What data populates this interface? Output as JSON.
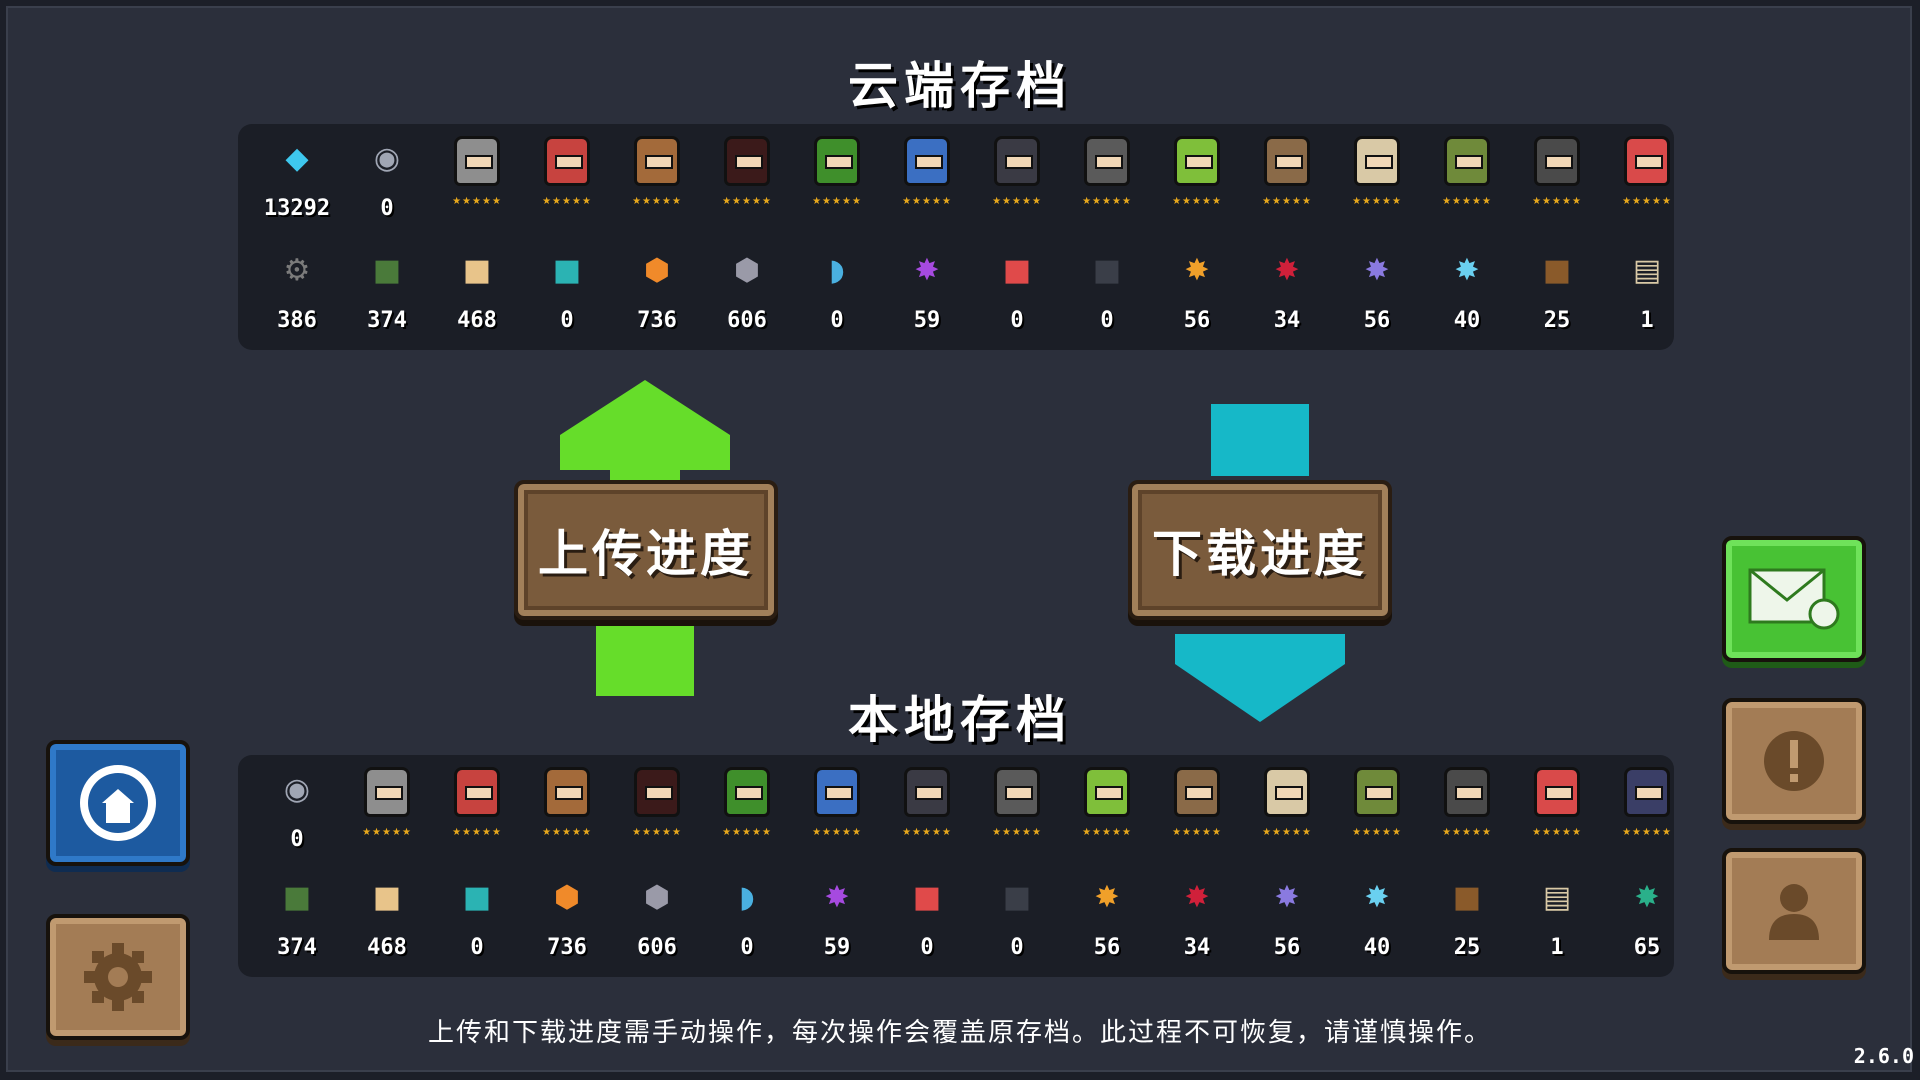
{
  "cloud": {
    "title": "云端存档",
    "currency": [
      {
        "name": "gems",
        "icon": "gem-pile-icon",
        "value": "13292"
      },
      {
        "name": "fish",
        "icon": "fish-coin-icon",
        "value": "0"
      }
    ],
    "heroes": [
      {
        "name": "knight",
        "color": "#8e8e8e"
      },
      {
        "name": "rogue",
        "color": "#c7433f"
      },
      {
        "name": "wizard",
        "color": "#a36a3a"
      },
      {
        "name": "assassin",
        "color": "#3b1a1a"
      },
      {
        "name": "alchemist",
        "color": "#3f8f2b"
      },
      {
        "name": "engineer",
        "color": "#3b6fc2"
      },
      {
        "name": "vampire",
        "color": "#3a3a44"
      },
      {
        "name": "paladin",
        "color": "#5a5a5a"
      },
      {
        "name": "elf",
        "color": "#7fbf3a"
      },
      {
        "name": "werewolf",
        "color": "#8a6a48"
      },
      {
        "name": "priest",
        "color": "#d9c9a6"
      },
      {
        "name": "druid",
        "color": "#6f8a3a"
      },
      {
        "name": "robot",
        "color": "#4a4a4a"
      },
      {
        "name": "berserker",
        "color": "#d94a4a"
      }
    ],
    "stars": "★★★★★",
    "materials": [
      {
        "icon": "gear-part-icon",
        "color": "#7b7b7b",
        "value": "386"
      },
      {
        "icon": "battery-icon",
        "color": "#4a7a3a",
        "value": "374"
      },
      {
        "icon": "wood-plank-icon",
        "color": "#e8c48a",
        "value": "468"
      },
      {
        "icon": "circuit-box-icon",
        "color": "#2bb3b3",
        "value": "0"
      },
      {
        "icon": "copper-ore-icon",
        "color": "#f08a2a",
        "value": "736"
      },
      {
        "icon": "iron-ore-icon",
        "color": "#9a9aa8",
        "value": "606"
      },
      {
        "icon": "blue-fish-icon",
        "color": "#4ab0e0",
        "value": "0"
      },
      {
        "icon": "purple-crystal-icon",
        "color": "#a64ae0",
        "value": "59"
      },
      {
        "icon": "chip-icon",
        "color": "#e04a4a",
        "value": "0"
      },
      {
        "icon": "stone-tablet-icon",
        "color": "#3a3e48",
        "value": "0"
      },
      {
        "icon": "orange-crystal-icon",
        "color": "#f0a02a",
        "value": "56"
      },
      {
        "icon": "red-crystal-icon",
        "color": "#d0203a",
        "value": "34"
      },
      {
        "icon": "violet-crystal-icon",
        "color": "#8a7ae0",
        "value": "56"
      },
      {
        "icon": "ice-crystal-icon",
        "color": "#6ad0f0",
        "value": "40"
      },
      {
        "icon": "hammer-icon",
        "color": "#8a5a2a",
        "value": "25"
      },
      {
        "icon": "scroll-icon",
        "color": "#d9c9a6",
        "value": "1"
      }
    ]
  },
  "local": {
    "title": "本地存档",
    "currency": [
      {
        "name": "fish",
        "icon": "fish-coin-icon",
        "value": "0"
      }
    ],
    "heroes": [
      {
        "name": "knight",
        "color": "#8e8e8e"
      },
      {
        "name": "rogue",
        "color": "#c7433f"
      },
      {
        "name": "wizard",
        "color": "#a36a3a"
      },
      {
        "name": "assassin",
        "color": "#3b1a1a"
      },
      {
        "name": "alchemist",
        "color": "#3f8f2b"
      },
      {
        "name": "engineer",
        "color": "#3b6fc2"
      },
      {
        "name": "vampire",
        "color": "#3a3a44"
      },
      {
        "name": "paladin",
        "color": "#5a5a5a"
      },
      {
        "name": "elf",
        "color": "#7fbf3a"
      },
      {
        "name": "werewolf",
        "color": "#8a6a48"
      },
      {
        "name": "priest",
        "color": "#d9c9a6"
      },
      {
        "name": "druid",
        "color": "#6f8a3a"
      },
      {
        "name": "robot",
        "color": "#4a4a4a"
      },
      {
        "name": "berserker",
        "color": "#d94a4a"
      },
      {
        "name": "taoist",
        "color": "#3a3e66"
      }
    ],
    "stars": "★★★★★",
    "materials": [
      {
        "icon": "battery-icon",
        "color": "#4a7a3a",
        "value": "374"
      },
      {
        "icon": "wood-plank-icon",
        "color": "#e8c48a",
        "value": "468"
      },
      {
        "icon": "circuit-box-icon",
        "color": "#2bb3b3",
        "value": "0"
      },
      {
        "icon": "copper-ore-icon",
        "color": "#f08a2a",
        "value": "736"
      },
      {
        "icon": "iron-ore-icon",
        "color": "#9a9aa8",
        "value": "606"
      },
      {
        "icon": "blue-fish-icon",
        "color": "#4ab0e0",
        "value": "0"
      },
      {
        "icon": "purple-crystal-icon",
        "color": "#a64ae0",
        "value": "59"
      },
      {
        "icon": "chip-icon",
        "color": "#e04a4a",
        "value": "0"
      },
      {
        "icon": "stone-tablet-icon",
        "color": "#3a3e48",
        "value": "0"
      },
      {
        "icon": "orange-crystal-icon",
        "color": "#f0a02a",
        "value": "56"
      },
      {
        "icon": "red-crystal-icon",
        "color": "#d0203a",
        "value": "34"
      },
      {
        "icon": "violet-crystal-icon",
        "color": "#8a7ae0",
        "value": "56"
      },
      {
        "icon": "ice-crystal-icon",
        "color": "#6ad0f0",
        "value": "40"
      },
      {
        "icon": "hammer-icon",
        "color": "#8a5a2a",
        "value": "25"
      },
      {
        "icon": "scroll-icon",
        "color": "#d9c9a6",
        "value": "1"
      },
      {
        "icon": "green-crystal-icon",
        "color": "#2ab08a",
        "value": "65"
      }
    ]
  },
  "buttons": {
    "upload": "上传进度",
    "download": "下载进度"
  },
  "colors": {
    "upload_arrow": "#66dd2a",
    "download_arrow": "#16b8c8"
  },
  "notice": "上传和下载进度需手动操作，每次操作会覆盖原存档。此过程不可恢复，请谨慎操作。",
  "version": "2.6.0"
}
